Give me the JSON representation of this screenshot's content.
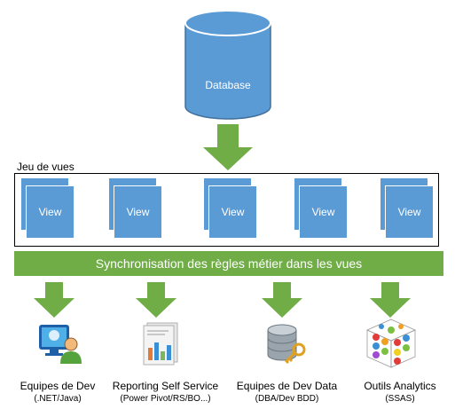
{
  "database": {
    "label": "Database"
  },
  "views": {
    "title": "Jeu de vues",
    "items": [
      "View",
      "View",
      "View",
      "View",
      "View"
    ]
  },
  "sync": {
    "label": "Synchronisation des règles métier dans les vues"
  },
  "consumers": [
    {
      "line1": "Equipes de Dev",
      "line2": "(.NET/Java)",
      "icon": "developer-team-icon"
    },
    {
      "line1": "Reporting Self Service",
      "line2": "(Power Pivot/RS/BO...)",
      "icon": "report-chart-icon"
    },
    {
      "line1": "Equipes de Dev Data",
      "line2": "(DBA/Dev BDD)",
      "icon": "database-key-icon"
    },
    {
      "line1": "Outils Analytics",
      "line2": "(SSAS)",
      "icon": "olap-cube-icon"
    }
  ],
  "colors": {
    "blue": "#5b9bd5",
    "green": "#70ad47",
    "dark_blue": "#41719c"
  }
}
